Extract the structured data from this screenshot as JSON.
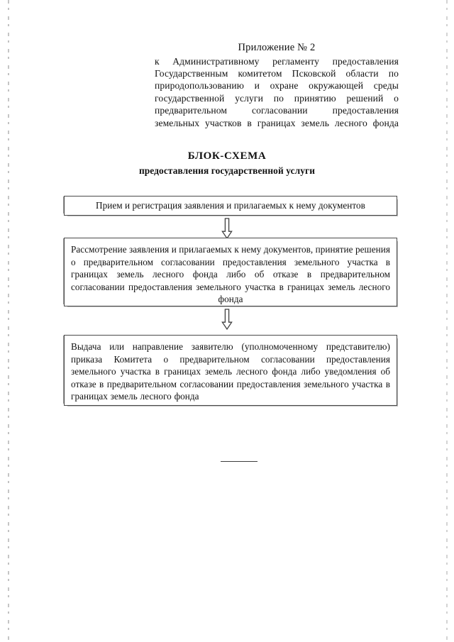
{
  "document": {
    "appendix_label": "Приложение № 2",
    "reference_lines": [
      "к Административному регламенту предоставления Государственным комитетом Псковской области по природопользованию и охране окружающей среды государственной услуги по принятию решений о предварительном согласовании предоставления",
      "земельных участков в границах земель лесного фонда"
    ],
    "title": "БЛОК-СХЕМА",
    "subtitle": "предоставления государственной услуги"
  },
  "flowchart": {
    "steps": [
      {
        "id": "intake",
        "text": "Прием и регистрация заявления и прилагаемых к нему документов"
      },
      {
        "id": "review",
        "text": "Рассмотрение заявления и прилагаемых к нему документов, принятие решения о предварительном согласовании предоставления земельного участка в границах земель лесного фонда либо об отказе в предварительном согласовании предоставления земельного участка в границах земель лесного фонда"
      },
      {
        "id": "issue",
        "text": "Выдача или направление заявителю (уполномоченному представителю) приказа Комитета о предварительном согласовании предоставления земельного участка в границах земель лесного фонда либо уведомления об отказе в предварительном согласовании предоставления земельного участка в границах земель лесного фонда"
      }
    ],
    "connectors": [
      {
        "id": "arrow-1",
        "icon": "down-arrow-icon"
      },
      {
        "id": "arrow-2",
        "icon": "down-arrow-icon"
      }
    ]
  },
  "colors": {
    "text": "#111111",
    "box_border": "#4a4a4a",
    "rule": "#3d3d3d",
    "page_background": "#ffffff"
  }
}
